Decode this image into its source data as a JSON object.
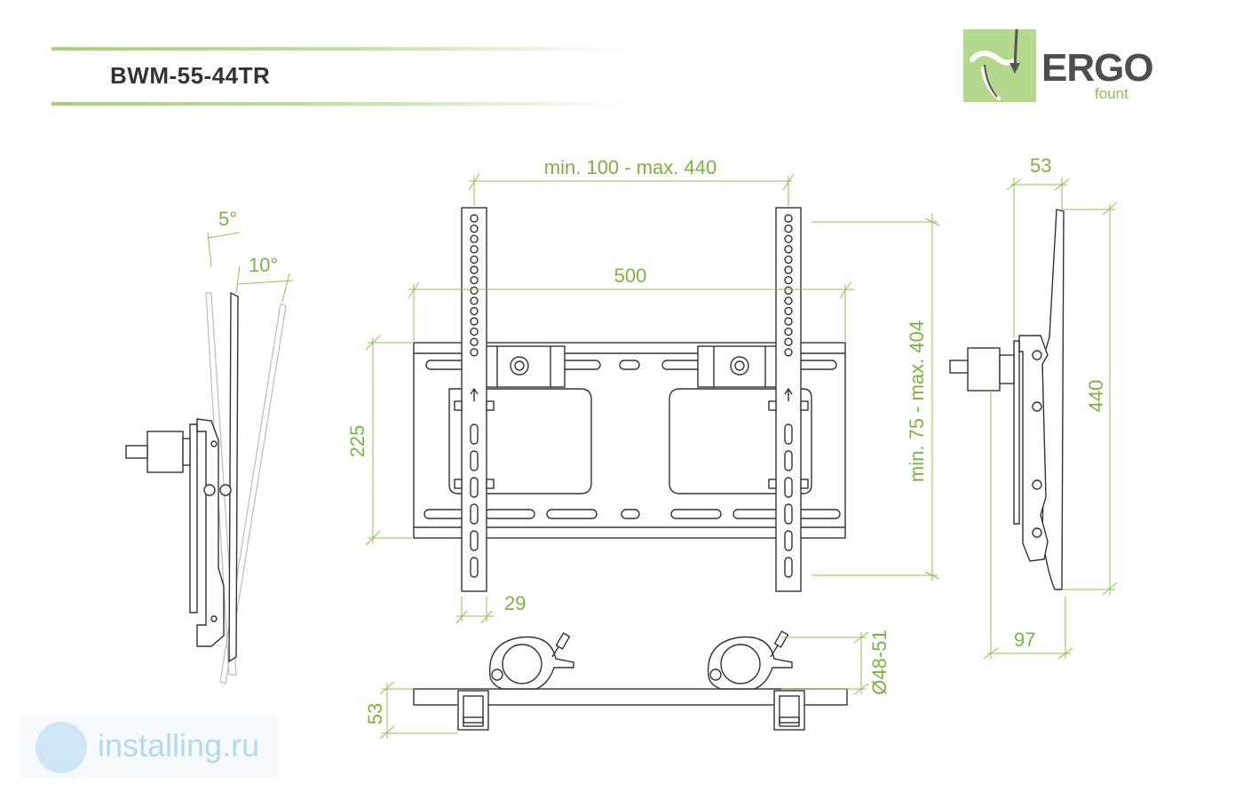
{
  "header": {
    "model": "BWM-55-44TR"
  },
  "logo": {
    "word": "ERGO",
    "sub": "fount",
    "accent_color": "#b5d98c"
  },
  "dimensions": {
    "side_tilt_angle": "5°",
    "side_tilt_angle_2": "10°",
    "vesa_width": "min. 100 - max. 440",
    "plate_width": "500",
    "plate_height": "225",
    "vesa_height": "min. 75 - max. 404",
    "arm_width": "29",
    "depth_top": "53",
    "arm_length": "440",
    "depth_bottom": "97",
    "clamp_diameter": "Ø48-51",
    "bottom_depth": "53"
  },
  "watermark": {
    "text": "installing.ru"
  },
  "colors": {
    "dimension": "#7bb242",
    "outline": "#333333"
  }
}
